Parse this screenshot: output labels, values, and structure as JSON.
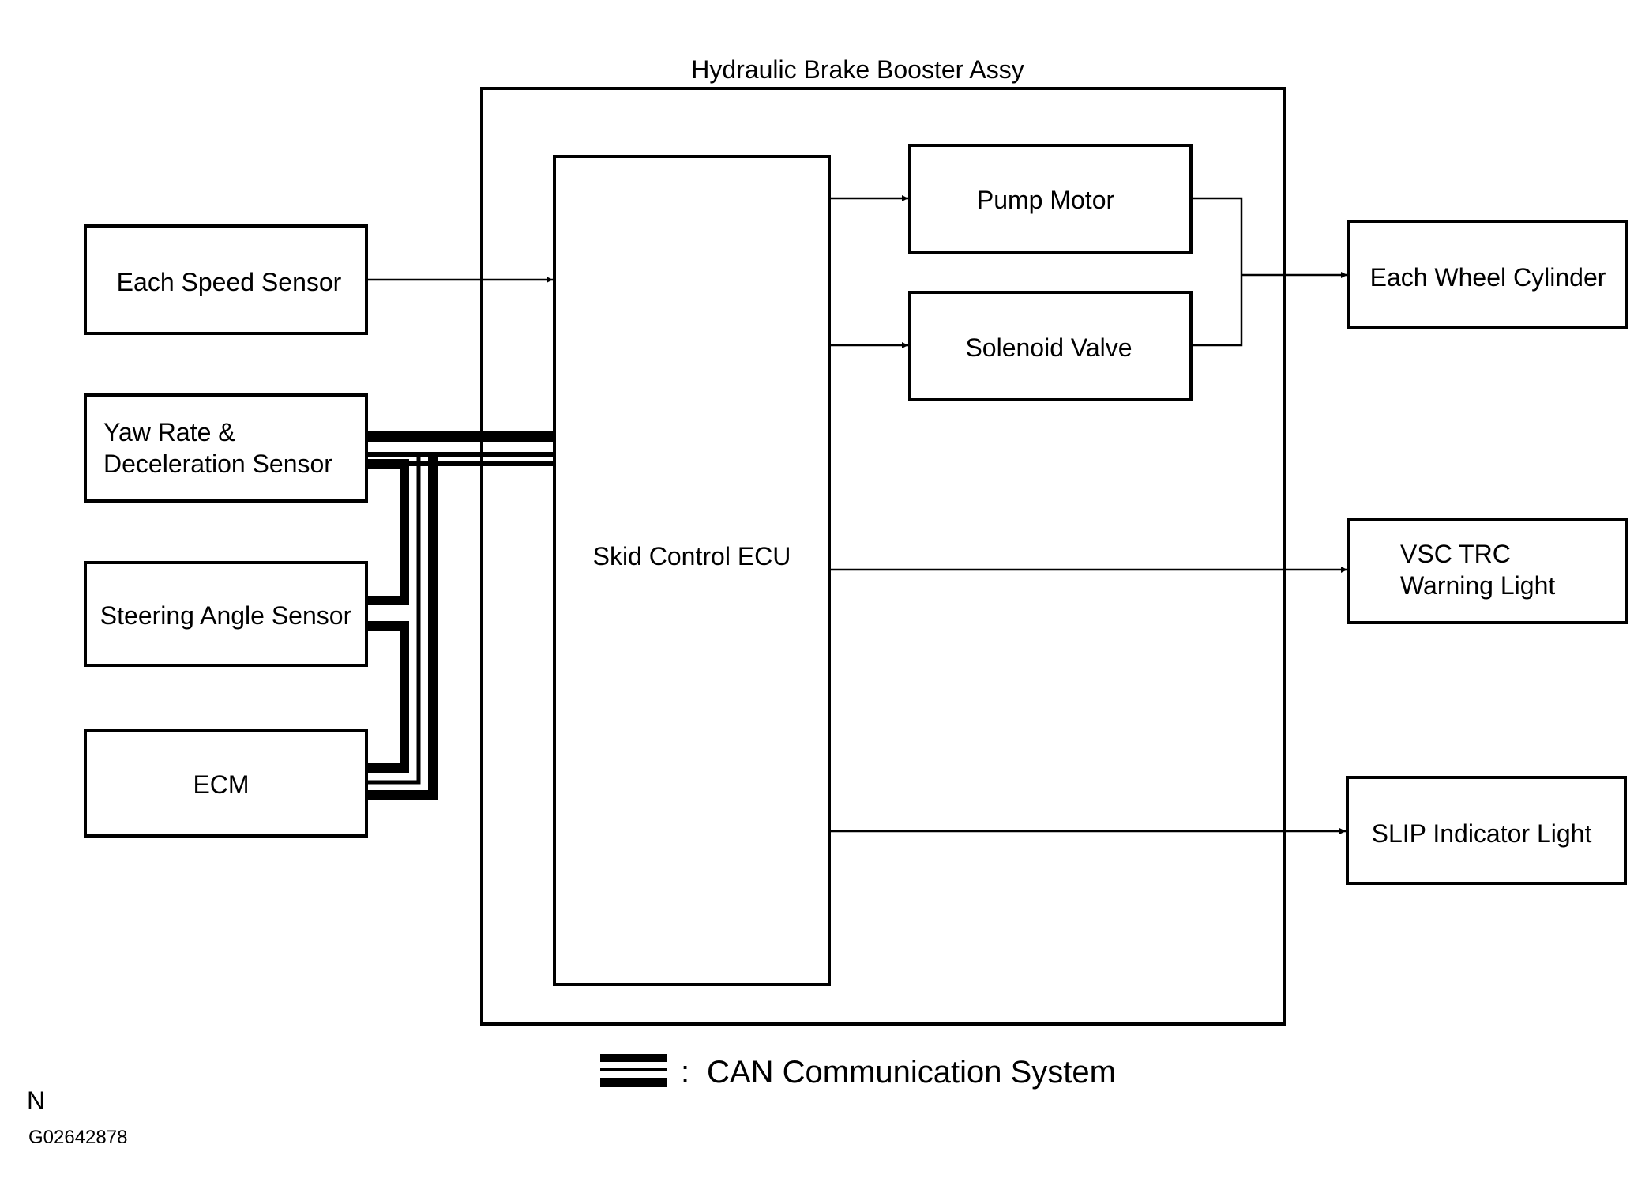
{
  "assembly": {
    "title": "Hydraulic Brake Booster Assy"
  },
  "ecu": {
    "label": "Skid Control ECU"
  },
  "inputs": {
    "speed_sensor": "Each Speed Sensor",
    "yaw_sensor": [
      "Yaw Rate &",
      "Deceleration Sensor"
    ],
    "steering_sensor": "Steering Angle Sensor",
    "ecm": "ECM"
  },
  "internal": {
    "pump_motor": "Pump Motor",
    "solenoid_valve": "Solenoid Valve"
  },
  "outputs": {
    "wheel_cylinder": "Each Wheel Cylinder",
    "vsc_light": [
      "VSC TRC",
      "Warning Light"
    ],
    "slip_light": "SLIP Indicator Light"
  },
  "legend": {
    "separator": ":",
    "label": "CAN Communication System"
  },
  "corner": {
    "mark": "N",
    "code": "G02642878"
  }
}
